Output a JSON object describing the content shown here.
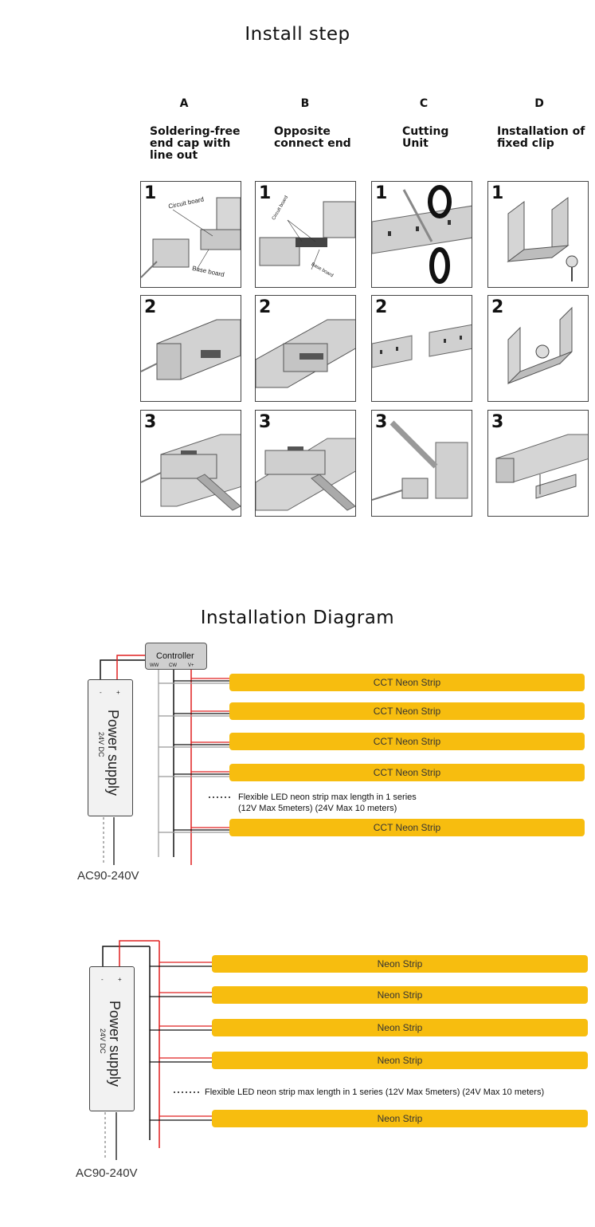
{
  "install": {
    "title": "Install step",
    "columns": [
      {
        "letter": "A",
        "desc": "Soldering-free\nend cap with\nline out"
      },
      {
        "letter": "B",
        "desc": "Opposite\nconnect end"
      },
      {
        "letter": "C",
        "desc": "Cutting\nUnit"
      },
      {
        "letter": "D",
        "desc": "Installation of\nfixed clip"
      }
    ],
    "step_numbers": [
      "1",
      "2",
      "3"
    ],
    "labels": {
      "circuit_board": "Circuit board",
      "base_board": "Base board"
    }
  },
  "diagram": {
    "title": "Installation Diagram",
    "controller": {
      "label": "Controller",
      "pins": [
        "WW",
        "CW",
        "V+"
      ]
    },
    "psu": {
      "label": "Power supply",
      "sub": "24V DC",
      "neg": "-",
      "pos": "+"
    },
    "ac_label": "AC90-240V",
    "cct_strips": [
      "CCT Neon Strip",
      "CCT Neon Strip",
      "CCT Neon Strip",
      "CCT Neon Strip",
      "CCT Neon Strip"
    ],
    "note_line1": "Flexible LED neon strip max length in 1 series",
    "note_line2": "(12V  Max 5meters) (24V Max 10 meters)",
    "neon_strips": [
      "Neon Strip",
      "Neon Strip",
      "Neon Strip",
      "Neon Strip",
      "Neon Strip"
    ],
    "note2": "Flexible LED neon strip max length in 1 series (12V  Max 5meters) (24V Max 10 meters)"
  },
  "colors": {
    "strip": "#f7bd0f",
    "wire_red": "#e02020",
    "wire_black": "#111111",
    "wire_gray": "#999999"
  }
}
